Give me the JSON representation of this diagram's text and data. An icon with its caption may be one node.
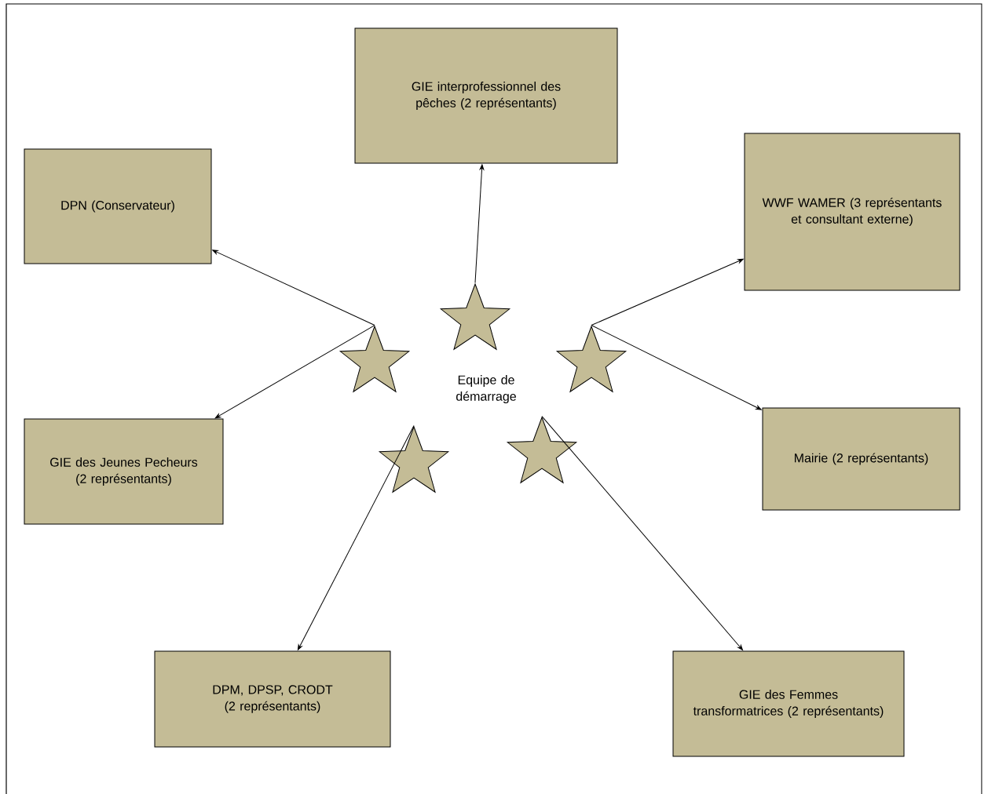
{
  "diagram": {
    "nodes": [
      {
        "text": [
          "GIE interprofessionnel des pêches (2 représentants)"
        ]
      },
      {
        "text": [
          "DPN (Conservateur)"
        ]
      },
      {
        "text": [
          "WWF WAMER (3 représentants et consultant externe)"
        ]
      },
      {
        "text": [
          "GIE des Jeunes Pecheurs (2 représentants)"
        ]
      },
      {
        "text": [
          "Mairie (2 représentants)"
        ]
      },
      {
        "text": [
          "DPM, DPSP, CRODT (2 représentants)"
        ]
      },
      {
        "text": [
          "GIE des Femmes transformatrices (2 représentants)"
        ]
      },
      {
        "text": [],
        "shape": "star"
      },
      {
        "text": [],
        "shape": "star"
      },
      {
        "text": [],
        "shape": "star"
      },
      {
        "text": [],
        "shape": "star"
      },
      {
        "text": [],
        "shape": "star"
      }
    ],
    "edges": [
      {
        "from": 7,
        "to": 0,
        "arrow": "to"
      },
      {
        "from": 8,
        "to": 1,
        "arrow": "to"
      },
      {
        "from": 9,
        "to": 2,
        "arrow": "to"
      },
      {
        "from": 8,
        "to": 3,
        "arrow": "to"
      },
      {
        "from": 9,
        "to": 4,
        "arrow": "to"
      },
      {
        "from": 10,
        "to": 5,
        "arrow": "to"
      },
      {
        "from": 11,
        "to": 6,
        "arrow": "to"
      }
    ],
    "labels": [
      "Equipe de démarrage"
    ]
  }
}
